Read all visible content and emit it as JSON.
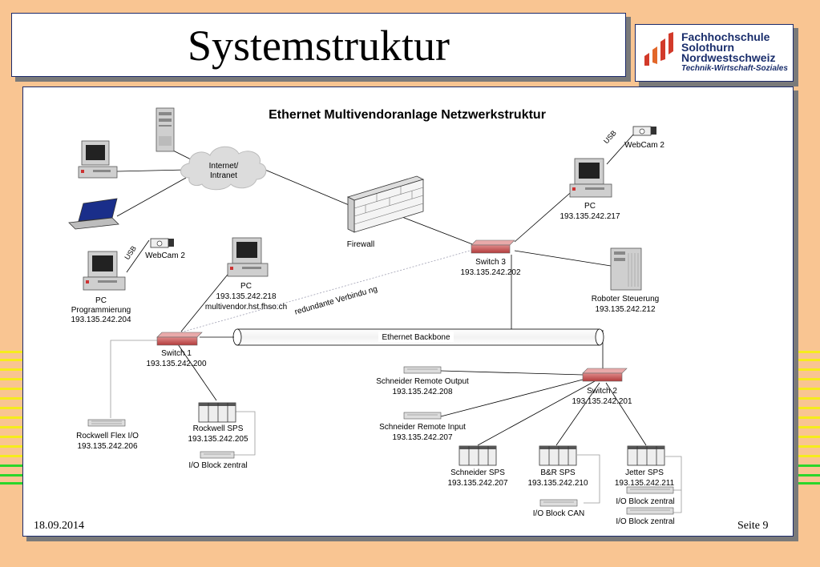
{
  "slide": {
    "title": "Systemstruktur",
    "date": "18.09.2014",
    "page": "Seite 9"
  },
  "logo": {
    "line1": "Fachhochschule",
    "line2": "Solothurn",
    "line3": "Nordwestschweiz",
    "line4": "Technik-Wirtschaft-Soziales"
  },
  "diagram": {
    "title": "Ethernet Multivendoranlage Netzwerkstruktur",
    "cloud": {
      "line1": "Internet/",
      "line2": "Intranet"
    },
    "firewall": "Firewall",
    "backbone": "Ethernet Backbone",
    "redundant": "redundante Verbindu ng",
    "usb_label": "USB",
    "switch3": {
      "name": "Switch 3",
      "ip": "193.135.242.202"
    },
    "switch1": {
      "name": "Switch  1",
      "ip": "193.135.242.200"
    },
    "switch2": {
      "name": "Switch 2",
      "ip": "193.135.242.201"
    },
    "pc_top": {
      "name": "PC",
      "ip": "193.135.242.217",
      "webcam": "WebCam 2"
    },
    "pc_prog": {
      "name": "PC",
      "role": "Programmierung",
      "ip": "193.135.242.204",
      "webcam": "WebCam 2"
    },
    "pc_mv": {
      "name": "PC",
      "ip": "193.135.242.218",
      "host": "multivendor.hst.fhso.ch"
    },
    "robot": {
      "name": "Roboter Steuerung",
      "ip": "193.135.242.212"
    },
    "rockwell_flex": {
      "name": "Rockwell Flex I/O",
      "ip": "193.135.242.206"
    },
    "rockwell_sps": {
      "name": "Rockwell SPS",
      "ip": "193.135.242.205",
      "io": "I/O Block zentral"
    },
    "schneider_out": {
      "name": "Schneider Remote Output",
      "ip": "193.135.242.208"
    },
    "schneider_in": {
      "name": "Schneider Remote Input",
      "ip": "193.135.242.207"
    },
    "schneider_sps": {
      "name": "Schneider SPS",
      "ip": "193.135.242.207"
    },
    "br_sps": {
      "name": "B&R SPS",
      "ip": "193.135.242.210",
      "io": "I/O Block CAN"
    },
    "jetter_sps": {
      "name": "Jetter SPS",
      "ip": "193.135.242.211",
      "io1": "I/O Block zentral",
      "io2": "I/O Block zentral"
    }
  },
  "colors": {
    "background": "#f9c592",
    "border": "#1c2a6a",
    "switch": "#c74a4a",
    "stripe_yellow": "#f5ec1c",
    "stripe_green": "#2ad62a"
  }
}
